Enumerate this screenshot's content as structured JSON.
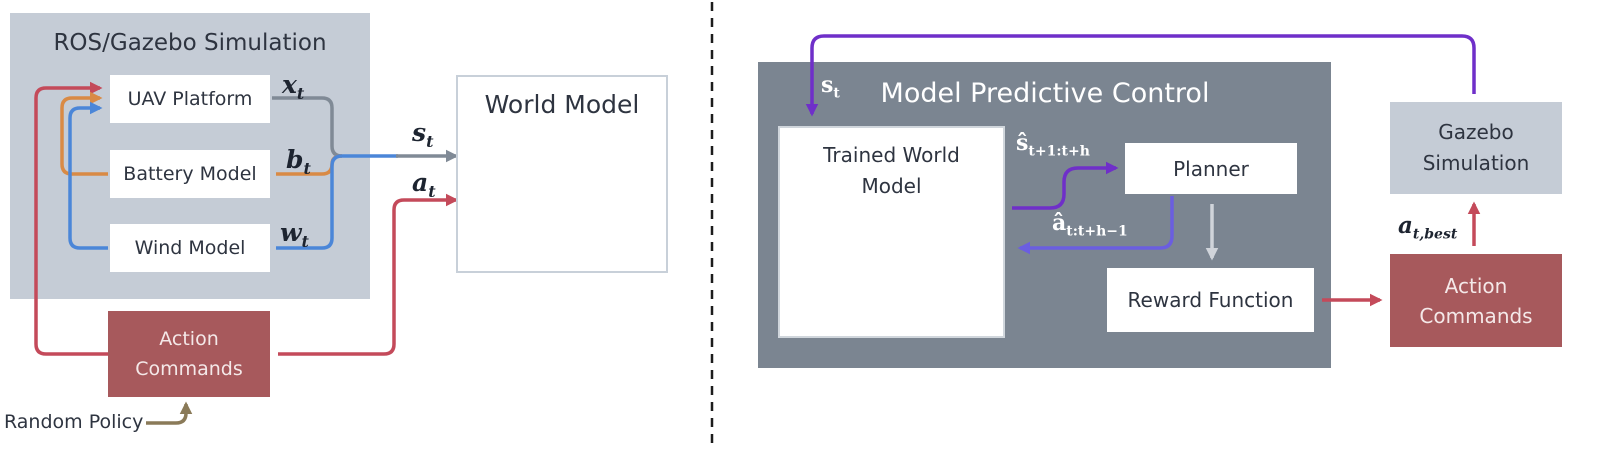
{
  "left": {
    "sim_title": "ROS/Gazebo Simulation",
    "uav": "UAV Platform",
    "battery": "Battery Model",
    "wind": "Wind Model",
    "action_line1": "Action",
    "action_line2": "Commands",
    "world_model": "World Model",
    "random_policy": "Random Policy",
    "labels": {
      "x": "x",
      "x_sub": "t",
      "b": "b",
      "b_sub": "t",
      "w": "w",
      "w_sub": "t",
      "s": "s",
      "s_sub": "t",
      "a": "a",
      "a_sub": "t"
    }
  },
  "right": {
    "mpc_title": "Model Predictive Control",
    "trained_line1": "Trained World",
    "trained_line2": "Model",
    "planner": "Planner",
    "reward": "Reward Function",
    "gazebo_line1": "Gazebo",
    "gazebo_line2": "Simulation",
    "action_line1": "Action",
    "action_line2": "Commands",
    "labels": {
      "s": "s",
      "s_sub": "t",
      "shat": "ŝ",
      "shat_sub": "t+1:t+h",
      "ahat": "â",
      "ahat_sub": "t:t+h−1",
      "abest": "a",
      "abest_sub": "t,best"
    }
  },
  "colors": {
    "red": "#c44a5a",
    "orange": "#d98a45",
    "blue": "#4b86d8",
    "gray": "#808a96",
    "purple": "#6f2fc9",
    "violet": "#6b5ee0",
    "olive": "#8a7a58",
    "action_fill": "#a7595c",
    "panel_light": "#c5ccd6",
    "panel_dark": "#7b8591"
  }
}
